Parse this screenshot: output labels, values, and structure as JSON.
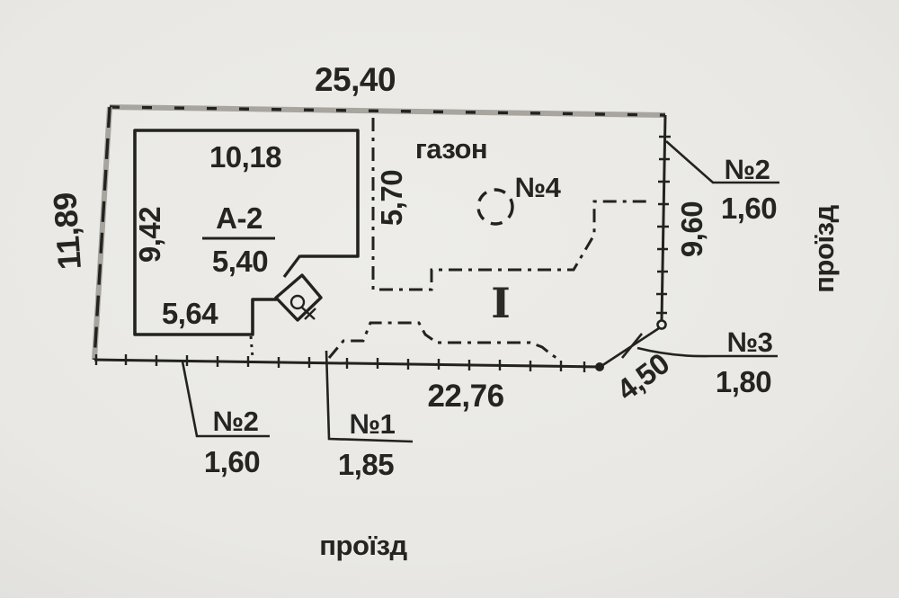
{
  "plan": {
    "boundary": {
      "top_length": "25,40",
      "left_length": "11,89",
      "bottom_length": "22,76",
      "right_length": "9,60",
      "corner_cut_length": "4,50"
    },
    "building": {
      "top_width": "10,18",
      "left_depth": "9,42",
      "bottom_width": "5,64",
      "litera": "А-2",
      "height_mark": "5,40"
    },
    "lawn": {
      "label": "газон",
      "offset": "5,70"
    },
    "zone_numeral": "I",
    "markers": {
      "n1": {
        "label": "№1",
        "value": "1,85"
      },
      "n2_bottom": {
        "label": "№2",
        "value": "1,60"
      },
      "n2_right": {
        "label": "№2",
        "value": "1,60"
      },
      "n3": {
        "label": "№3",
        "value": "1,80"
      },
      "n4": {
        "label": "№4"
      }
    },
    "roads": {
      "right": "проїзд",
      "bottom": "проїзд"
    }
  },
  "colors": {
    "paper": "#e9e8e4",
    "ink": "#22221f",
    "fence_gray": "#a7a59e"
  }
}
